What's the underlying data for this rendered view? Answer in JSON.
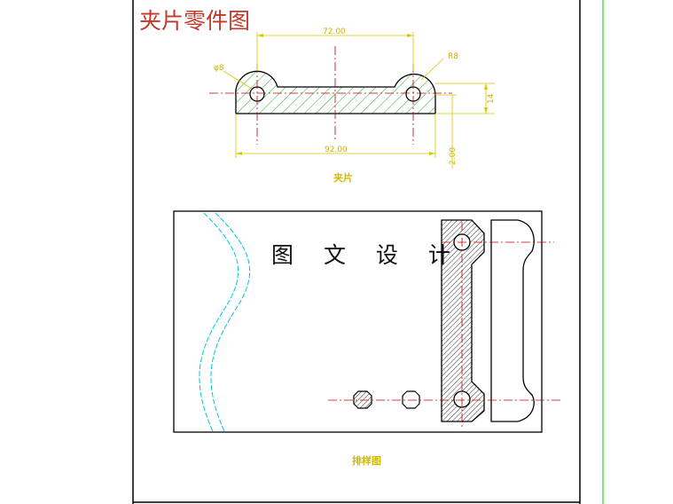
{
  "title": "夹片零件图",
  "part_caption": "夹片",
  "panel_text": "图 文 设 计",
  "layout_caption": "排样图",
  "dimensions": {
    "top_width": "72.00",
    "hole_dia": "φ8",
    "radius": "R8",
    "height": "14",
    "overall_width": "92.00",
    "offset": "2.00"
  },
  "colors": {
    "frame": "#000000",
    "dimension": "#d4c800",
    "centerline": "#c00000",
    "hatch": "#2aa52a",
    "strip_edge": "#00c8d8",
    "right_border": "#00c800",
    "title": "#c0392b"
  }
}
